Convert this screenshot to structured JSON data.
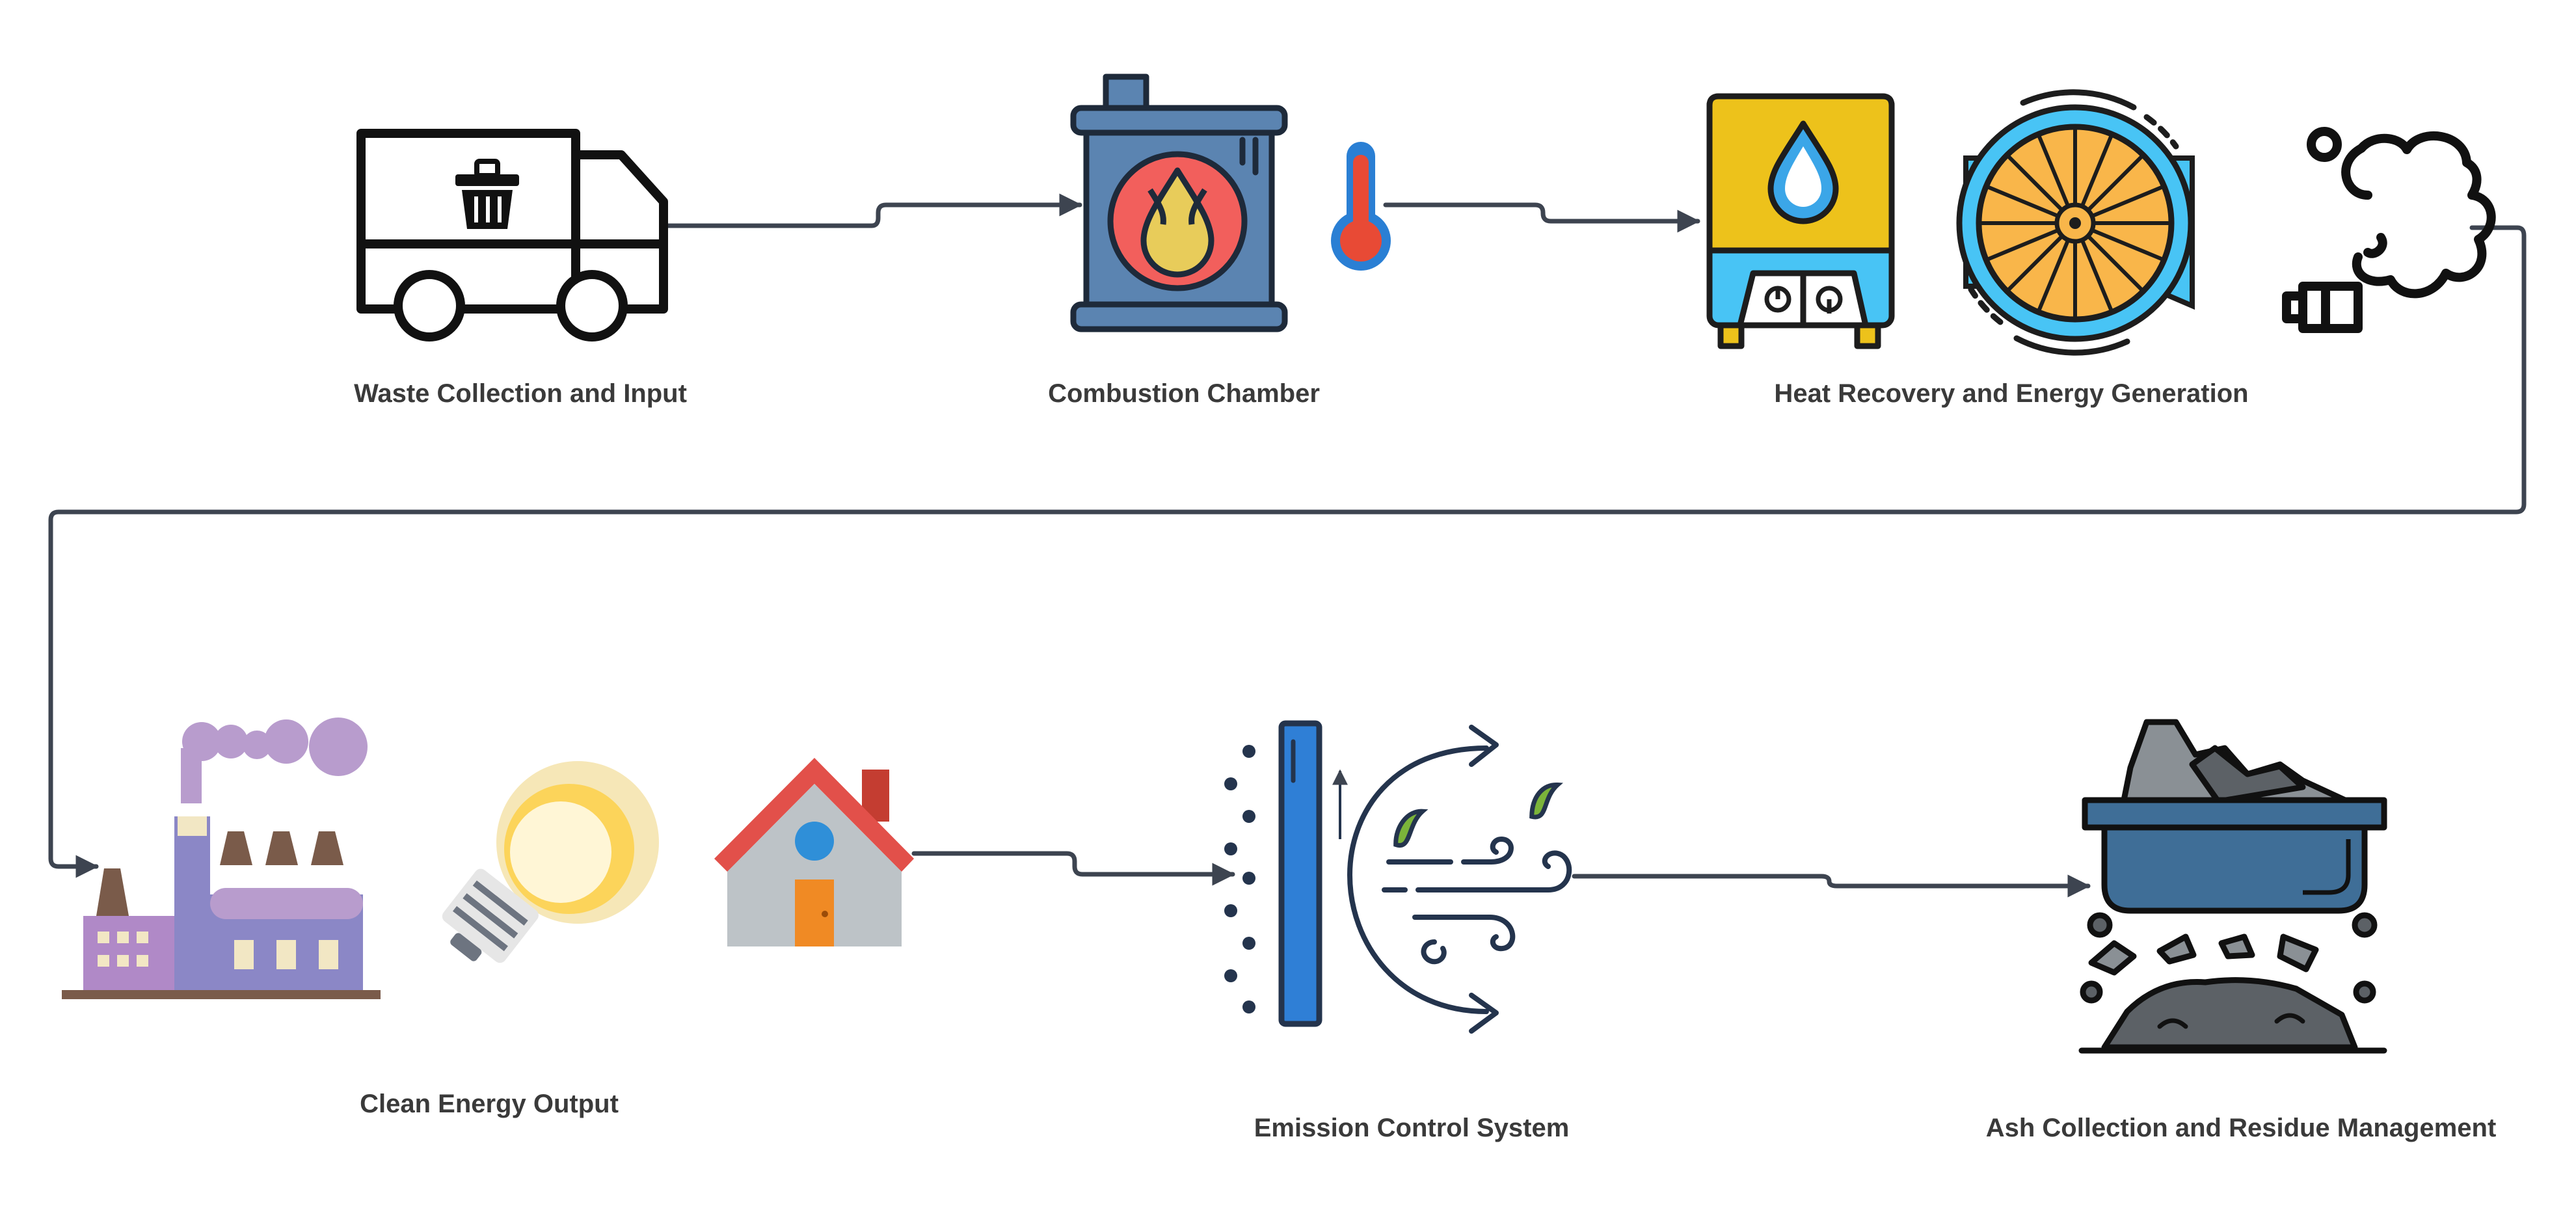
{
  "diagram": {
    "steps": [
      {
        "id": "waste",
        "label": "Waste Collection and Input",
        "icons": [
          "garbage-truck-icon"
        ]
      },
      {
        "id": "combustion",
        "label": "Combustion Chamber",
        "icons": [
          "fuel-barrel-icon",
          "thermometer-icon"
        ]
      },
      {
        "id": "heat",
        "label": "Heat Recovery and Energy Generation",
        "icons": [
          "boiler-icon",
          "turbine-icon",
          "exhaust-smoke-icon"
        ]
      },
      {
        "id": "energy",
        "label": "Clean Energy Output",
        "icons": [
          "factory-icon",
          "light-bulb-icon",
          "house-icon"
        ]
      },
      {
        "id": "emission",
        "label": "Emission Control System",
        "icons": [
          "air-filter-icon"
        ]
      },
      {
        "id": "ash",
        "label": "Ash Collection and Residue Management",
        "icons": [
          "ash-cart-icon"
        ]
      }
    ],
    "connectors": [
      {
        "from": "waste",
        "to": "combustion"
      },
      {
        "from": "combustion",
        "to": "heat"
      },
      {
        "from": "heat",
        "to": "energy"
      },
      {
        "from": "energy",
        "to": "emission"
      },
      {
        "from": "emission",
        "to": "ash"
      }
    ],
    "colors": {
      "connector": "#3d4450",
      "label_text": "#3a3a3a",
      "barrel_blue": "#5b84b1",
      "flame_red": "#f25f5c",
      "drop_yellow": "#e8cc5a",
      "boiler_yellow": "#edc21b",
      "boiler_cyan": "#48c4f5",
      "turbine_orange": "#f9b64a",
      "factory_purple": "#8b87c6",
      "smoke_lilac": "#b89ccd",
      "house_roof": "#e2504a",
      "house_door": "#f08a24",
      "filter_blue": "#2f7fd6",
      "leaf_green": "#7bb43a",
      "cart_blue": "#3f6e97",
      "ash_gray": "#5c6166"
    }
  }
}
